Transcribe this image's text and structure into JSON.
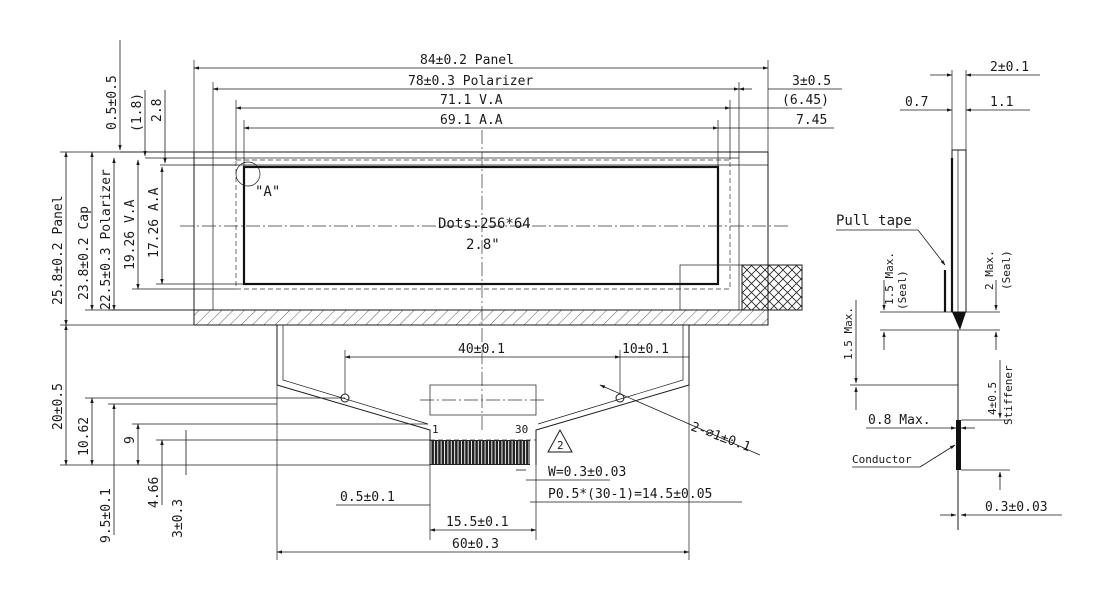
{
  "front_view": {
    "top_dims": {
      "panel": "84±0.2  Panel",
      "polarizer": "78±0.3 Polarizer",
      "va": "71.1 V.A",
      "aa": "69.1 A.A",
      "right_3": "3±0.5",
      "right_645": "(6.45)",
      "right_745": "7.45"
    },
    "left_top_dims": {
      "d05": "0.5±0.5",
      "d18": "(1.8)",
      "d28": "2.8"
    },
    "left_dims": {
      "panel": "25.8±0.2  Panel",
      "cap": "23.8±0.2 Cap",
      "polarizer": "22.5±0.3 Polarizer",
      "va": "19.26 V.A",
      "aa": "17.26 A.A"
    },
    "center": {
      "dots": "Dots:256*64",
      "size": "2.8\"",
      "detail": "\"A\""
    }
  },
  "fpc": {
    "d40": "40±0.1",
    "d10": "10±0.1",
    "hole": "2-⌀1±0.1",
    "pin1": "1",
    "pin30": "30",
    "rev": "2",
    "w": "W=0.3±0.03",
    "pitch": "P0.5*(30-1)=14.5±0.05",
    "d05": "0.5±0.1",
    "d155": "15.5±0.1",
    "d60": "60±0.3",
    "d20": "20±0.5",
    "d1062": "10.62",
    "d9": "9",
    "d466": "4.66",
    "d95": "9.5±0.1",
    "d3": "3±0.3"
  },
  "side_view": {
    "d2": "2±0.1",
    "d07": "0.7",
    "d11": "1.1",
    "pull_tape": "Pull tape",
    "d15seal": "1.5 Max.",
    "seal1": "(Seal)",
    "d2seal": "2 Max.",
    "seal2": "(Seal)",
    "d15": "1.5 Max.",
    "d4": "4±0.5",
    "stiffener": "Stiffener",
    "d08": "0.8 Max.",
    "conductor": "Conductor",
    "d03": "0.3±0.03"
  }
}
